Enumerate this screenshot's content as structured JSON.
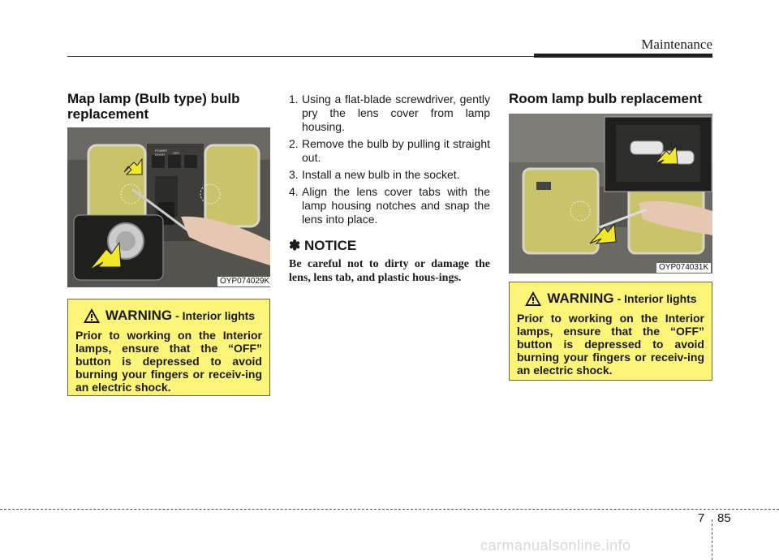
{
  "header": {
    "section_title": "Maintenance"
  },
  "left": {
    "heading": "Map lamp (Bulb type) bulb replacement",
    "image_code": "OYP074029K",
    "warning": {
      "word": "WARNING",
      "subtitle": "- Interior lights",
      "body": "Prior to working on the Interior lamps, ensure that the “OFF” button is depressed to avoid burning your fingers or receiv-ing an electric shock."
    }
  },
  "middle": {
    "steps": [
      {
        "num": "1.",
        "text": "Using a flat-blade screwdriver, gently pry the lens cover from lamp housing."
      },
      {
        "num": "2.",
        "text": "Remove the bulb by pulling it straight out."
      },
      {
        "num": "3.",
        "text": "Install a new bulb in the socket."
      },
      {
        "num": "4.",
        "text": "Align the lens cover tabs with the lamp housing notches and snap the lens into place."
      }
    ],
    "notice_title": "✽ NOTICE",
    "notice_body": "Be careful not to dirty or damage the lens, lens tab, and plastic hous-ings."
  },
  "right": {
    "heading": "Room lamp bulb replacement",
    "image_code": "OYP074031K",
    "warning": {
      "word": "WARNING",
      "subtitle": "- Interior lights",
      "body": "Prior to working on the Interior lamps, ensure that the “OFF” button is depressed to avoid burning your fingers or receiv-ing an electric shock."
    }
  },
  "photo_labels": {
    "power": "POWER",
    "door": "DOOR",
    "off": "OFF"
  },
  "footer": {
    "chapter": "7",
    "page": "85",
    "watermark": "carmanualsonline.info"
  },
  "colors": {
    "warning_bg": "#fdf57a",
    "lens_yellow": "#c9c46a",
    "arrow_yellow": "#f2e82a"
  }
}
